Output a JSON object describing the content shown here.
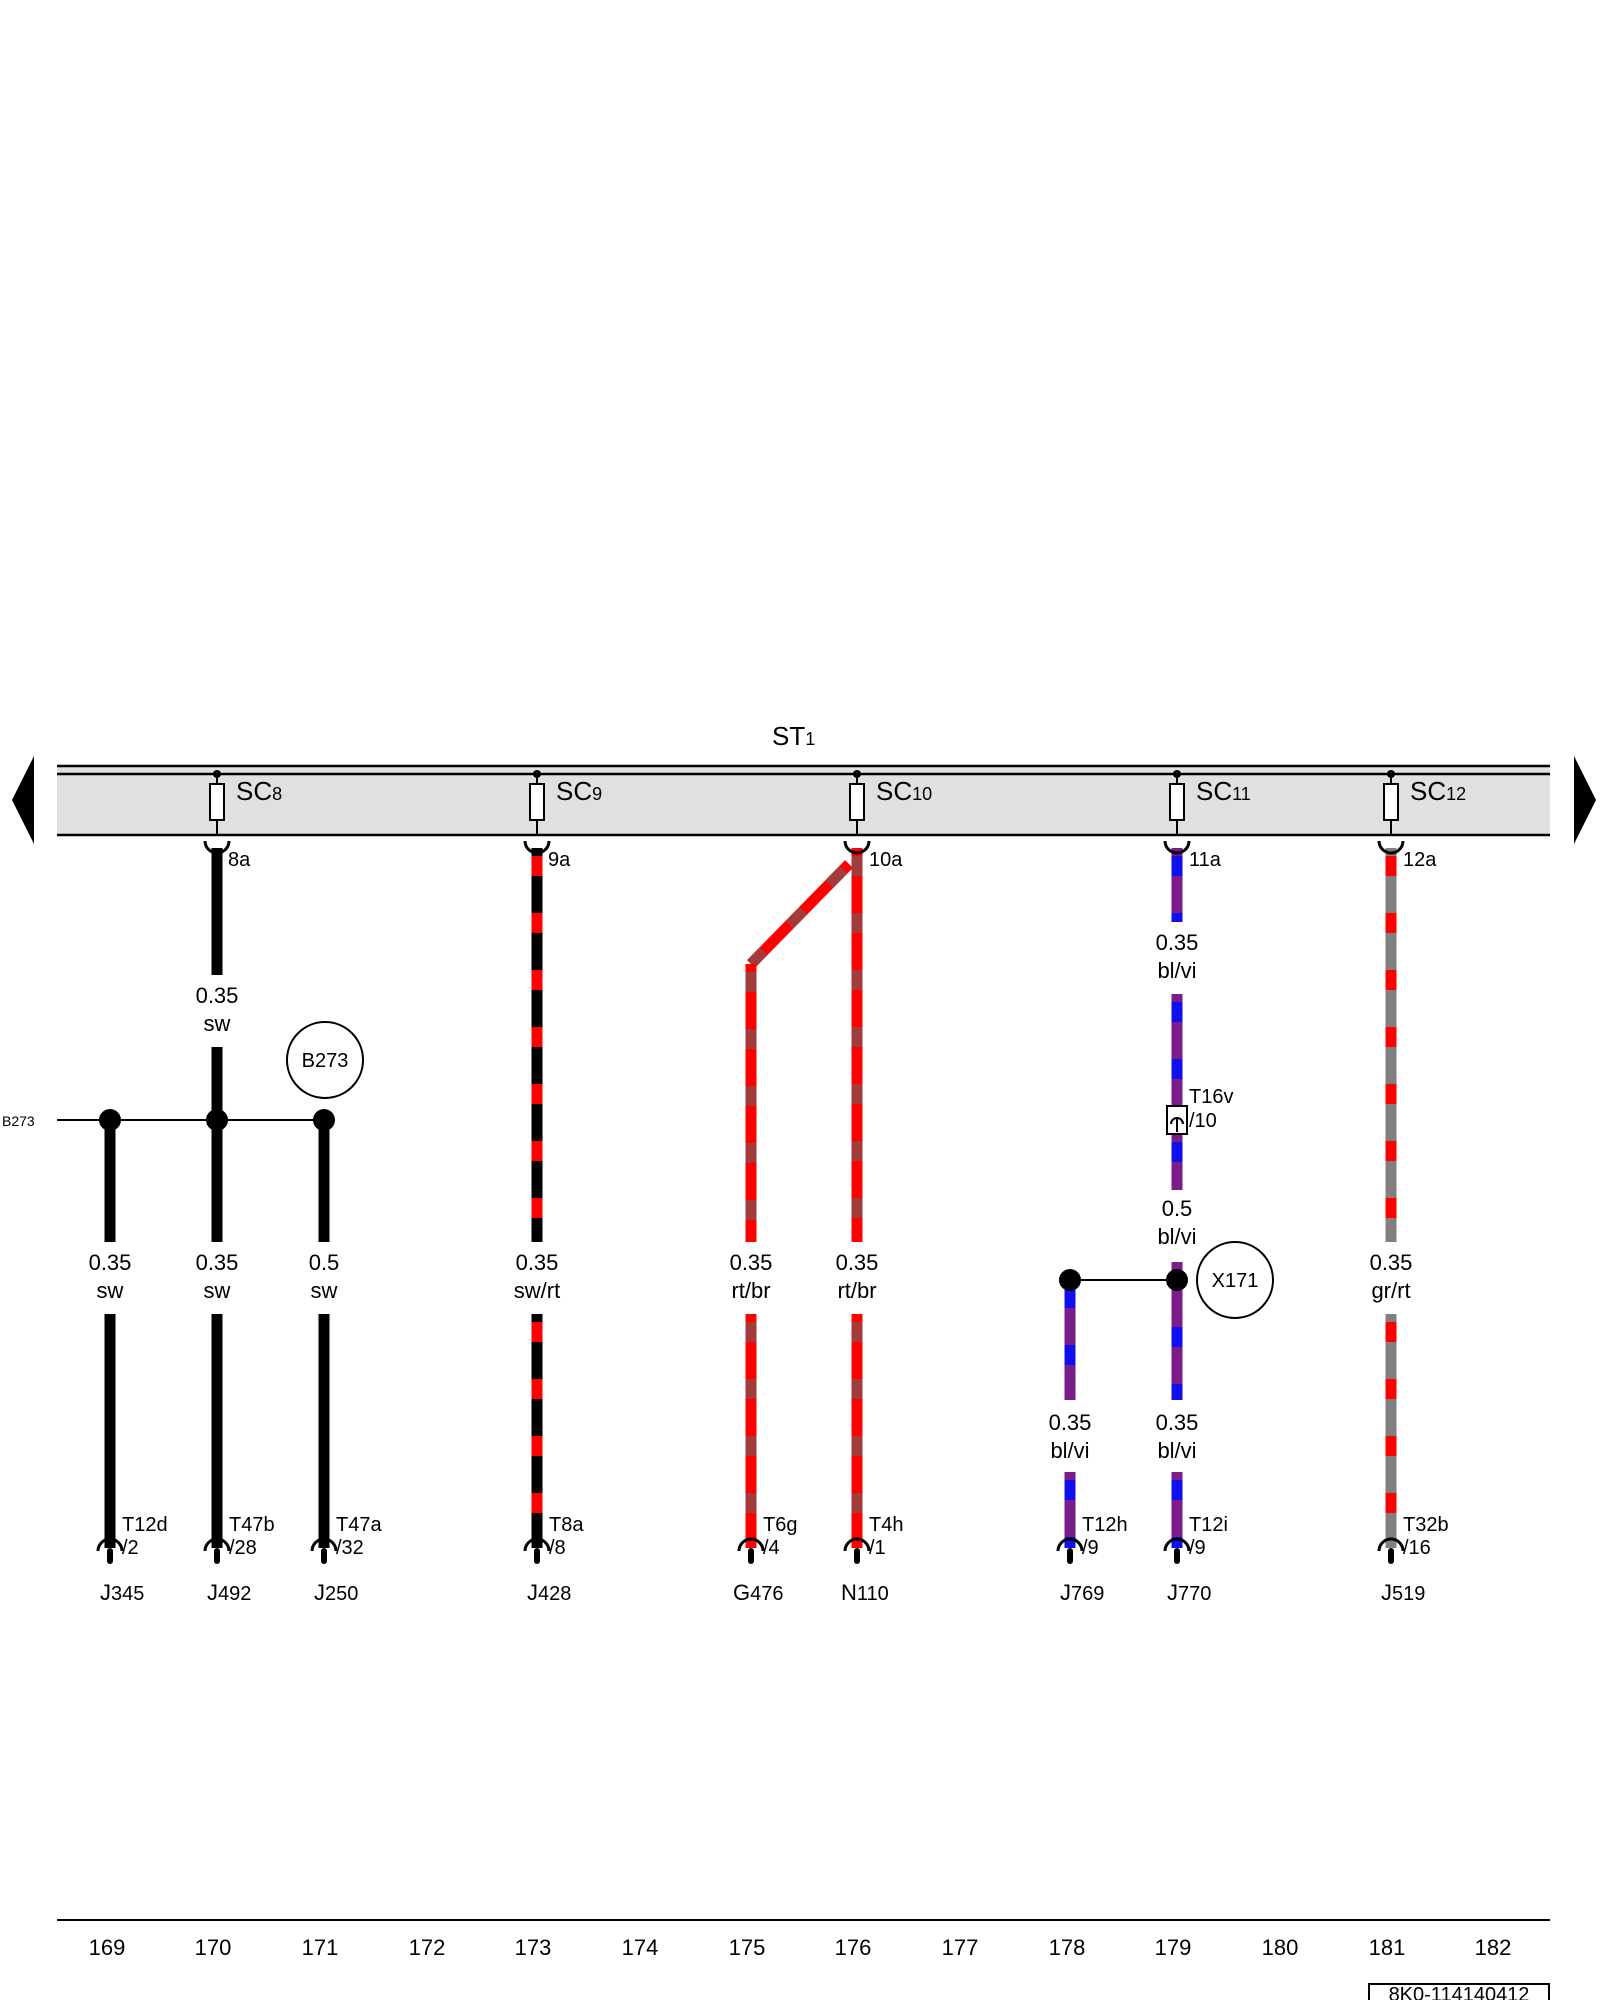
{
  "title": {
    "main": "ST",
    "sub": "1"
  },
  "nav": {
    "left": "arrow-left-icon",
    "right": "arrow-right-icon"
  },
  "colors": {
    "sw": "#000000",
    "rt": "#ff0000",
    "br": "#a33b3b",
    "bl": "#1010ee",
    "vi": "#7a1d8a",
    "gr": "#808080",
    "bus": "#e0e0e0"
  },
  "fuses": [
    {
      "name": "SC",
      "num": "8",
      "pin": "8a"
    },
    {
      "name": "SC",
      "num": "9",
      "pin": "9a"
    },
    {
      "name": "SC",
      "num": "10",
      "pin": "10a"
    },
    {
      "name": "SC",
      "num": "11",
      "pin": "11a"
    },
    {
      "name": "SC",
      "num": "12",
      "pin": "12a"
    }
  ],
  "junctions": [
    {
      "id": "B273",
      "label": "B273",
      "side_label": "B273"
    },
    {
      "id": "X171",
      "label": "X171"
    }
  ],
  "inline_connector": {
    "name": "T16v",
    "pin": "/10"
  },
  "wire_labels": [
    {
      "size": "0.35",
      "color": "sw"
    },
    {
      "size": "0.35",
      "color": "sw"
    },
    {
      "size": "0.35",
      "color": "sw"
    },
    {
      "size": "0.5",
      "color": "sw"
    },
    {
      "size": "0.35",
      "color": "sw/rt"
    },
    {
      "size": "0.35",
      "color": "rt/br"
    },
    {
      "size": "0.35",
      "color": "rt/br"
    },
    {
      "size": "0.35",
      "color": "bl/vi"
    },
    {
      "size": "0.5",
      "color": "bl/vi"
    },
    {
      "size": "0.35",
      "color": "bl/vi"
    },
    {
      "size": "0.35",
      "color": "bl/vi"
    },
    {
      "size": "0.35",
      "color": "gr/rt"
    }
  ],
  "terminals": [
    {
      "conn": "T12d",
      "pin": "/2",
      "comp": "J",
      "num": "345"
    },
    {
      "conn": "T47b",
      "pin": "/28",
      "comp": "J",
      "num": "492"
    },
    {
      "conn": "T47a",
      "pin": "/32",
      "comp": "J",
      "num": "250"
    },
    {
      "conn": "T8a",
      "pin": "/8",
      "comp": "J",
      "num": "428"
    },
    {
      "conn": "T6g",
      "pin": "/4",
      "comp": "G",
      "num": "476"
    },
    {
      "conn": "T4h",
      "pin": "/1",
      "comp": "N",
      "num": "110"
    },
    {
      "conn": "T12h",
      "pin": "/9",
      "comp": "J",
      "num": "769"
    },
    {
      "conn": "T12i",
      "pin": "/9",
      "comp": "J",
      "num": "770"
    },
    {
      "conn": "T32b",
      "pin": "/16",
      "comp": "J",
      "num": "519"
    }
  ],
  "grid_numbers": [
    "169",
    "170",
    "171",
    "172",
    "173",
    "174",
    "175",
    "176",
    "177",
    "178",
    "179",
    "180",
    "181",
    "182"
  ],
  "footer_code": "8K0-114140412"
}
